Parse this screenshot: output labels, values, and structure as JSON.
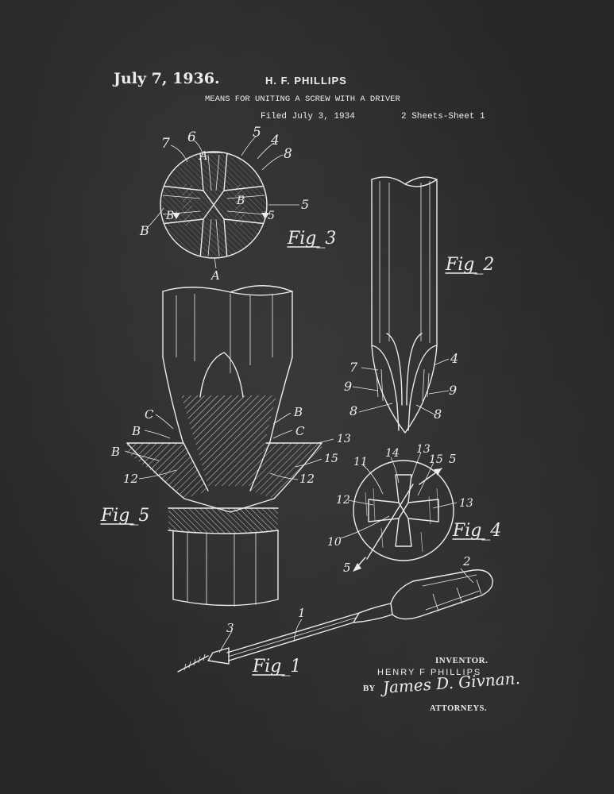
{
  "header": {
    "date": "July 7, 1936.",
    "inventor": "H. F. PHILLIPS",
    "title": "MEANS FOR UNITING A SCREW WITH A DRIVER",
    "filed": "Filed July 3, 1934",
    "sheets": "2 Sheets-Sheet 1"
  },
  "figures": {
    "fig1": "Fig_1",
    "fig2": "Fig_2",
    "fig3": "Fig_3",
    "fig4": "Fig_4",
    "fig5": "Fig_5"
  },
  "callouts": {
    "fig3": [
      "7",
      "6",
      "5",
      "4",
      "8",
      "A",
      "B",
      "5",
      "5",
      "B",
      "B",
      "A"
    ],
    "fig2": [
      "7",
      "4",
      "9",
      "9",
      "8",
      "8"
    ],
    "fig5": [
      "C",
      "B",
      "C",
      "B",
      "B",
      "13",
      "15",
      "12",
      "12"
    ],
    "fig4": [
      "11",
      "14",
      "13",
      "15",
      "5",
      "12",
      "13",
      "10",
      "5"
    ],
    "fig1": [
      "1",
      "2",
      "3"
    ]
  },
  "signature": {
    "inventor_label": "INVENTOR.",
    "inventor_name": "HENRY F PHILLIPS",
    "by": "BY",
    "attorney": "James D. Givnan.",
    "attorneys_label": "ATTORNEYS."
  },
  "colors": {
    "chalkboard": "#2b2b2b",
    "chalk": "#ececec"
  }
}
